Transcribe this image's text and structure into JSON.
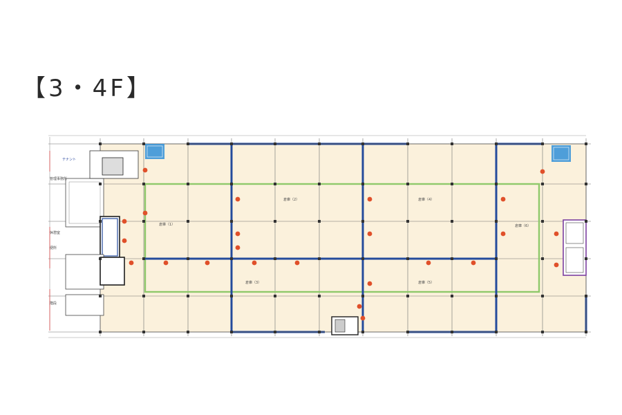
{
  "title": "【3・4F】",
  "plan": {
    "colors": {
      "floor": "#fbf1dc",
      "grid": "#6e6e6e",
      "wall": "#244b9c",
      "green": "#8fc96a",
      "column": "#333333",
      "fire": "#e0502a",
      "core": "#1d1d1d",
      "purple": "#7b3fa0",
      "cyan": "#2f8fd8"
    },
    "zones": [
      {
        "id": "z1",
        "label": "倉庫（1）"
      },
      {
        "id": "z2",
        "label": "倉庫（2）"
      },
      {
        "id": "z3",
        "label": "倉庫（3）"
      },
      {
        "id": "z4",
        "label": "倉庫（4）"
      },
      {
        "id": "z5",
        "label": "倉庫（5）"
      },
      {
        "id": "z6",
        "label": "倉庫（6）"
      }
    ],
    "left_notes": [
      "テナント",
      "管理事務所",
      "休憩室",
      "便所",
      "階段"
    ]
  }
}
